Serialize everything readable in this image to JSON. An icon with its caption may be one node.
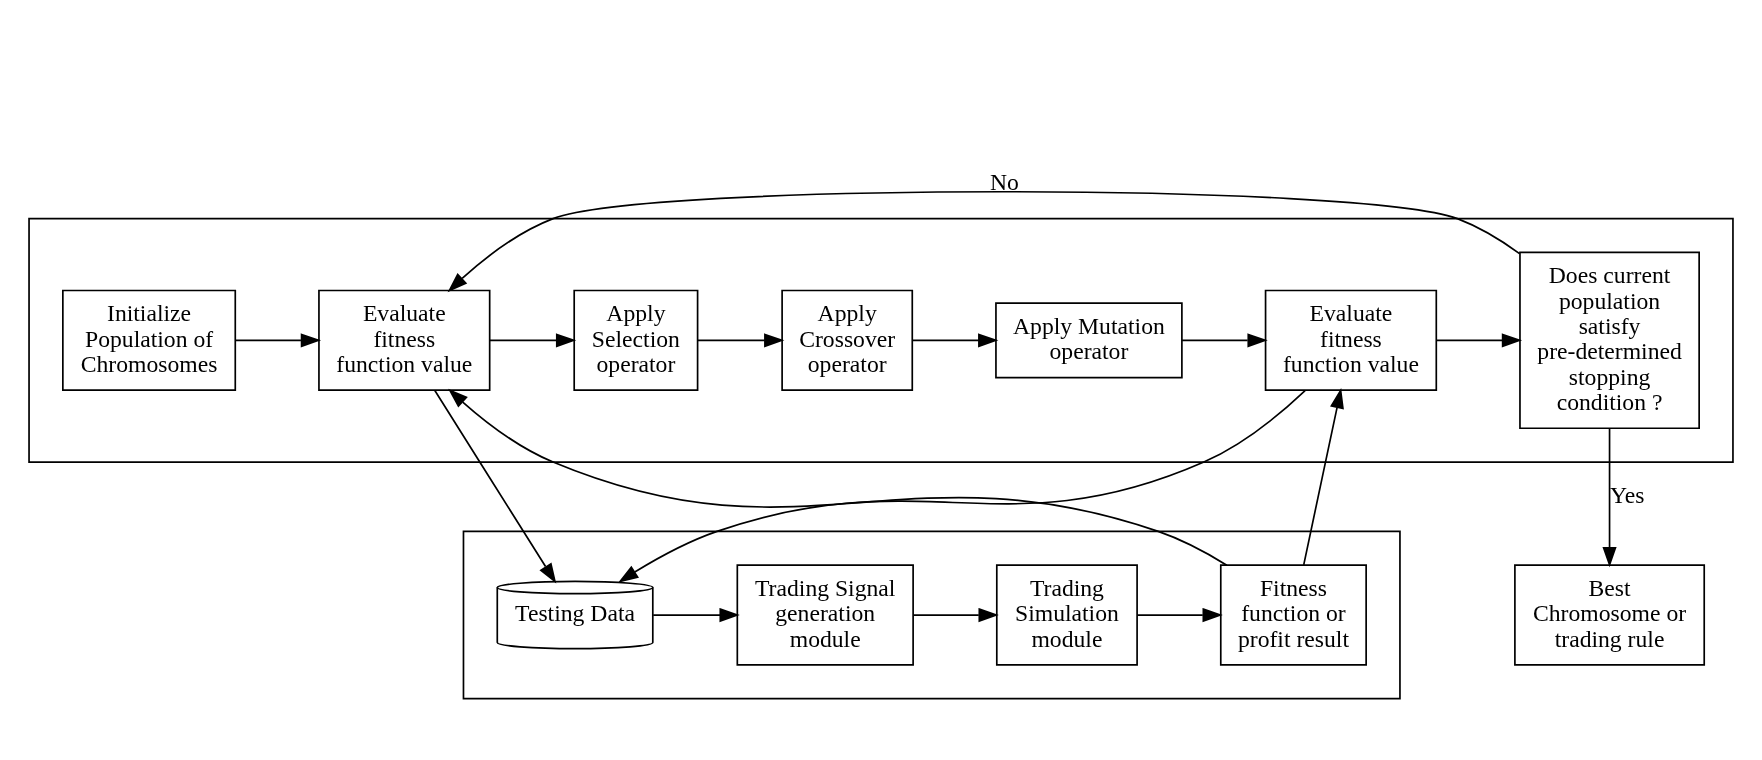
{
  "diagram": {
    "nodes": [
      {
        "text": [],
        "shape": "box"
      },
      {
        "text": [
          "Initialize Population of Chromosomes"
        ],
        "in": 0
      },
      {
        "text": [
          "Evaluate fitness function value"
        ],
        "in": 0
      },
      {
        "text": [
          "Apply Selection operator"
        ],
        "in": 0
      },
      {
        "text": [
          "Apply Crossover operator"
        ],
        "in": 0
      },
      {
        "text": [
          "Apply Mutation operator"
        ],
        "in": 0
      },
      {
        "text": [
          "Evaluate fitness function value"
        ],
        "in": 0
      },
      {
        "text": [
          "Does current population satisfy pre-determined stopping condition ?"
        ],
        "in": 0
      },
      {
        "text": [],
        "shape": "box"
      },
      {
        "text": [
          "Testing Data"
        ],
        "in": 8
      },
      {
        "text": [
          "Trading Signal generation module"
        ],
        "in": 8
      },
      {
        "text": [
          "Trading Simulation module"
        ],
        "in": 8
      },
      {
        "text": [
          "Fitness function or profit result"
        ],
        "in": 8
      },
      {
        "text": [
          "Best Chromosome or trading rule"
        ]
      }
    ],
    "edges": [
      {
        "from": 1,
        "to": 2,
        "arrow": "to"
      },
      {
        "from": 2,
        "to": 3,
        "arrow": "to"
      },
      {
        "from": 3,
        "to": 4,
        "arrow": "to"
      },
      {
        "from": 4,
        "to": 5,
        "arrow": "to"
      },
      {
        "from": 5,
        "to": 6,
        "arrow": "to"
      },
      {
        "from": 6,
        "to": 7,
        "arrow": "to"
      },
      {
        "from": 7,
        "to": 2,
        "arrow": "to",
        "label": "No"
      },
      {
        "from": 7,
        "to": 13,
        "arrow": "to",
        "label": "Yes"
      },
      {
        "from": 2,
        "to": 9,
        "arrow": "to"
      },
      {
        "from": 6,
        "to": 9,
        "arrow": "to"
      },
      {
        "from": 12,
        "to": 2,
        "arrow": "to"
      },
      {
        "from": 12,
        "to": 6,
        "arrow": "to"
      },
      {
        "from": 9,
        "to": 10,
        "arrow": "to"
      },
      {
        "from": 10,
        "to": 11,
        "arrow": "to"
      },
      {
        "from": 11,
        "to": 12,
        "arrow": "to"
      }
    ]
  }
}
